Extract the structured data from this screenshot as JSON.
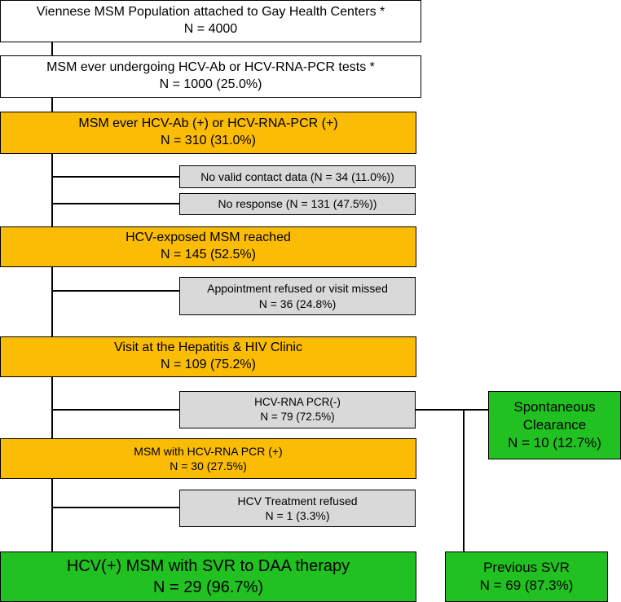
{
  "nodes": {
    "population": {
      "line1": "Viennese MSM Population attached to Gay Health Centers *",
      "line2": "N = 4000"
    },
    "tested": {
      "line1": "MSM ever undergoing HCV-Ab or HCV-RNA-PCR tests *",
      "line2": "N = 1000 (25.0%)"
    },
    "positive": {
      "line1": "MSM ever HCV-Ab (+) or HCV-RNA-PCR (+)",
      "line2": "N = 310 (31.0%)"
    },
    "no_contact": {
      "line1": "No valid contact data (N = 34 (11.0%))"
    },
    "no_response": {
      "line1": "No response (N = 131 (47.5%))"
    },
    "reached": {
      "line1": "HCV-exposed MSM reached",
      "line2": "N = 145 (52.5%)"
    },
    "refused_visit": {
      "line1": "Appointment refused or visit missed",
      "line2": "N = 36 (24.8%)"
    },
    "visit": {
      "line1": "Visit at the Hepatitis & HIV Clinic",
      "line2": "N = 109 (75.2%)"
    },
    "pcr_negative": {
      "line1": "HCV-RNA PCR(-)",
      "line2": "N = 79 (72.5%)"
    },
    "spontaneous": {
      "line1": "Spontaneous",
      "line2": "Clearance",
      "line3": "N = 10 (12.7%)"
    },
    "pcr_positive": {
      "line1": "MSM with HCV-RNA PCR (+)",
      "line2": "N = 30 (27.5%)"
    },
    "treat_refused": {
      "line1": "HCV Treatment refused",
      "line2": "N = 1 (3.3%)"
    },
    "svr_daa": {
      "line1": "HCV(+) MSM with SVR to DAA therapy",
      "line2": "N = 29 (96.7%)"
    },
    "previous_svr": {
      "line1": "Previous SVR",
      "line2": "N = 69 (87.3%)"
    }
  },
  "colors": {
    "main_box": "#ffffff",
    "positive_box": "#fbbc05",
    "excluded_box": "#d9d9d9",
    "outcome_box": "#22c122",
    "connector": "#000000"
  }
}
